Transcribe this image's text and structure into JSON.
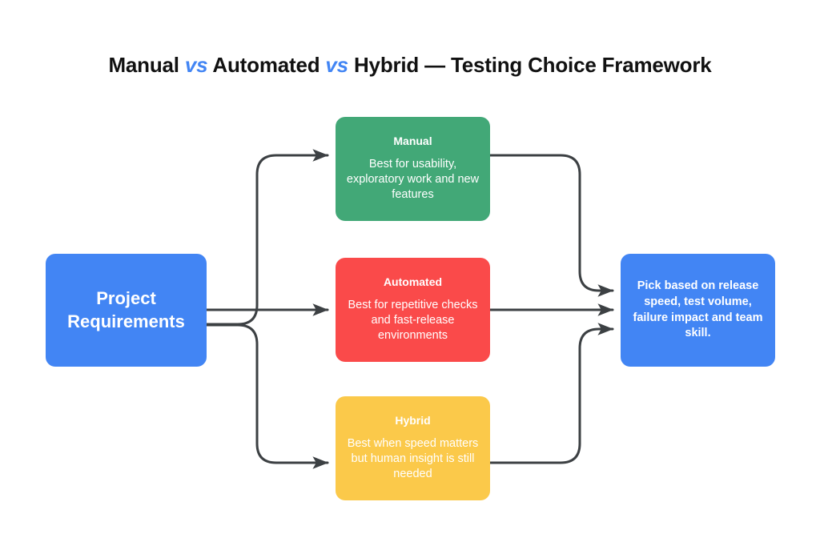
{
  "page": {
    "background": "#ffffff",
    "title_parts": {
      "p1": "Manual ",
      "vs1": "vs",
      "p2": " Automated ",
      "vs2": "vs",
      "p3": " Hybrid — Testing Choice Framework"
    },
    "title_full": "Manual vs Automated vs Hybrid — Testing Choice Framework"
  },
  "colors": {
    "accent_blue": "#4285f4",
    "manual_green": "#42a877",
    "automated_red": "#fa4a4a",
    "hybrid_yellow": "#fbc94a",
    "connector_gray": "#3c4043",
    "node_text": "#ffffff",
    "title_text": "#111111"
  },
  "diagram": {
    "type": "flowchart",
    "nodes": {
      "source": {
        "id": "project-requirements",
        "title": "Project\nRequirements",
        "title_line1": "Project",
        "title_line2": "Requirements",
        "color": "#4285f4"
      },
      "manual": {
        "id": "manual",
        "title": "Manual",
        "desc": "Best for usability, exploratory work and new features",
        "color": "#42a877"
      },
      "automated": {
        "id": "automated",
        "title": "Automated",
        "desc": "Best for repetitive checks and fast-release environments",
        "color": "#fa4a4a"
      },
      "hybrid": {
        "id": "hybrid",
        "title": "Hybrid",
        "desc": "Best when speed matters but human insight is still needed",
        "color": "#fbc94a"
      },
      "outcome": {
        "id": "outcome",
        "desc": "Pick based on release speed, test volume, failure impact and team skill.",
        "color": "#4285f4"
      }
    },
    "edges": [
      {
        "from": "project-requirements",
        "to": "manual",
        "style": "orthogonal-rounded-arrow"
      },
      {
        "from": "project-requirements",
        "to": "automated",
        "style": "straight-arrow"
      },
      {
        "from": "project-requirements",
        "to": "hybrid",
        "style": "orthogonal-rounded-arrow"
      },
      {
        "from": "manual",
        "to": "outcome",
        "style": "orthogonal-rounded-arrow"
      },
      {
        "from": "automated",
        "to": "outcome",
        "style": "straight-arrow"
      },
      {
        "from": "hybrid",
        "to": "outcome",
        "style": "orthogonal-rounded-arrow"
      }
    ]
  }
}
